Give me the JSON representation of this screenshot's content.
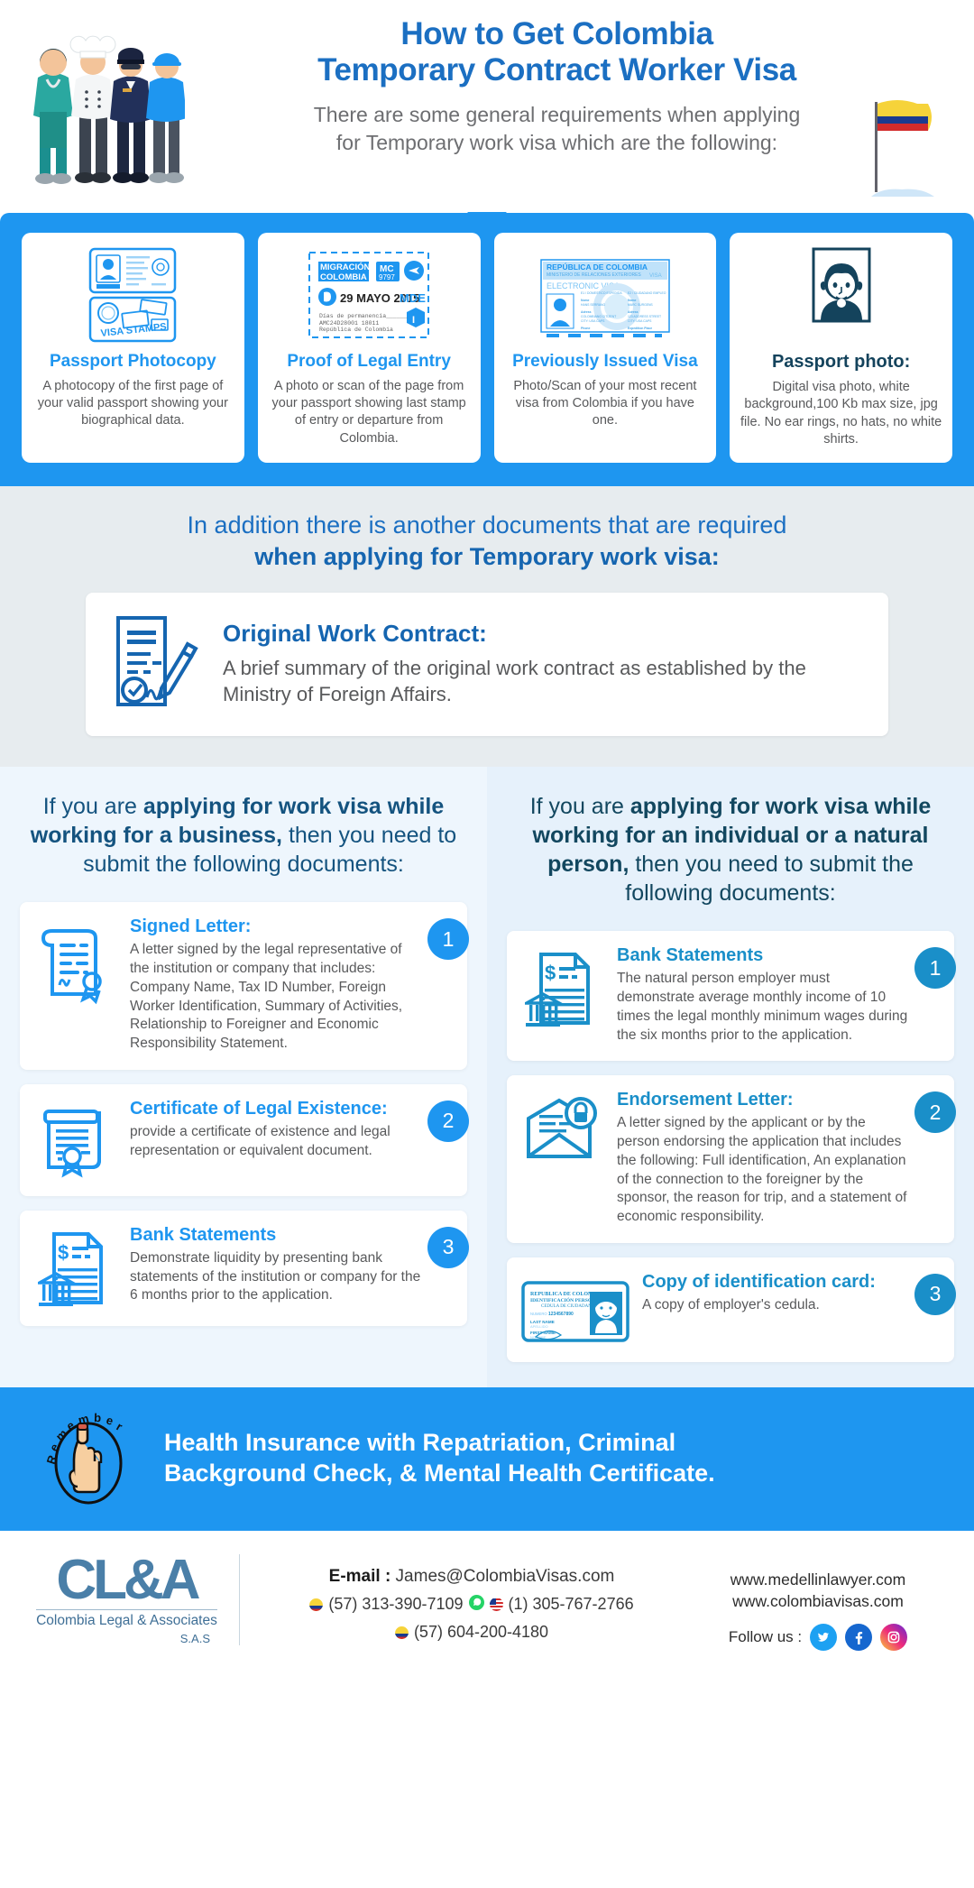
{
  "header": {
    "title_line1": "How to Get Colombia",
    "title_line2": "Temporary Contract Worker Visa",
    "subtitle_line1": "There are some general requirements when applying",
    "subtitle_line2": "for Temporary work visa which are the following:"
  },
  "documents": [
    {
      "icon": "passport-photocopy-icon",
      "title": "Passport Photocopy",
      "desc": "A photocopy of the first page of your valid passport showing your biographical data."
    },
    {
      "icon": "entry-stamp-icon",
      "title": "Proof of Legal Entry",
      "desc": "A photo or scan of the page from your passport showing last stamp of entry or departure from Colombia."
    },
    {
      "icon": "electronic-visa-icon",
      "title": "Previously Issued Visa",
      "desc": "Photo/Scan of your most recent visa from Colombia if you have one."
    },
    {
      "icon": "passport-photo-icon",
      "title": "Passport photo:",
      "desc": "Digital visa photo, white background,100 Kb max size, jpg file. No ear rings, no hats, no white shirts."
    }
  ],
  "stamp": {
    "agency_line1": "MIGRACIÓN",
    "agency_line2": "COLOMBIA",
    "code_label": "MC",
    "code_number": "9797",
    "date": "29 MAYO 2015",
    "airport": "MDE",
    "permanence": "Días de permanencia______",
    "serial": "AMC24D28001 18011",
    "country": "República de Colombia"
  },
  "visa_card": {
    "country": "REPÚBLICA DE COLOMBIA",
    "ministry": "MINISTERIO DE RELACIONES EXTERIORES",
    "type": "ELECTRONIC VISA",
    "corner": "VISA"
  },
  "addition": {
    "line1": "In addition there is another documents that are required",
    "line2": "when applying for Temporary work visa:",
    "contract_title": "Original  Work Contract:",
    "contract_desc": "A brief summary of the original work contract as established by the Ministry of Foreign Affairs."
  },
  "left_column": {
    "head_pre": "If you are ",
    "head_bold": "applying for work visa while working for a business,",
    "head_post": " then you need to submit the following documents:",
    "items": [
      {
        "number": "1",
        "icon": "signed-letter-icon",
        "title": "Signed Letter:",
        "desc": "A letter signed by the legal representative of the institution or company that includes: Company Name, Tax ID Number, Foreign Worker Identification, Summary of Activities, Relationship to Foreigner and Economic Responsibility Statement."
      },
      {
        "number": "2",
        "icon": "certificate-icon",
        "title": "Certificate of Legal Existence:",
        "desc": "provide a certificate of existence and legal representation or equivalent document."
      },
      {
        "number": "3",
        "icon": "bank-statement-icon",
        "title": "Bank Statements",
        "desc": "Demonstrate liquidity by presenting bank statements of the institution or company for the 6 months prior to the application."
      }
    ]
  },
  "right_column": {
    "head_pre": "If you are ",
    "head_bold": "applying for work visa while working for an individual or a natural person,",
    "head_post": " then you need to submit the following documents:",
    "items": [
      {
        "number": "1",
        "icon": "bank-statement-icon",
        "title": "Bank Statements",
        "desc": "The natural person employer must demonstrate average monthly income of 10 times the legal monthly minimum wages during the six months prior to the application."
      },
      {
        "number": "2",
        "icon": "endorsement-letter-icon",
        "title": "Endorsement Letter:",
        "desc": "A letter signed by the applicant or by the person endorsing the application that includes the following: Full identification, An explanation of the connection to the foreigner by the sponsor, the reason for trip, and a statement of economic responsibility."
      },
      {
        "number": "3",
        "icon": "identification-card-icon",
        "title": "Copy of identification card:",
        "desc": "A copy of employer's cedula."
      }
    ]
  },
  "id_card": {
    "country": "REPUBLICA DE COLOMBIA",
    "line2": "IDENTIFICACIÓN PERSONAL",
    "line3": "CEDULA DE CIUDADANIA",
    "number_label": "NUMERO",
    "number": "1234567890",
    "last_name_label": "LAST NAME",
    "first_name_label": "FIRST NAME"
  },
  "remember": {
    "badge": "Remember",
    "line1": "Health Insurance with Repatriation, Criminal",
    "line2": "Background Check, & Mental Health Certificate."
  },
  "footer": {
    "logo_mark": "CL&A",
    "logo_name": "Colombia Legal & Associates",
    "logo_sas": "S.A.S",
    "email_label": "E-mail :",
    "email": "James@ColombiaVisas.com",
    "phone_co_1": "(57) 313-390-7109",
    "phone_us": "(1) 305-767-2766",
    "phone_co_2": "(57) 604-200-4180",
    "web1": "www.medellinlawyer.com",
    "web2": "www.colombiavisas.com",
    "follow_label": "Follow us :"
  },
  "colors": {
    "brand_blue": "#1e96f0",
    "dark_blue": "#1565b0",
    "navy": "#14537f",
    "teal": "#1a8fc9"
  }
}
